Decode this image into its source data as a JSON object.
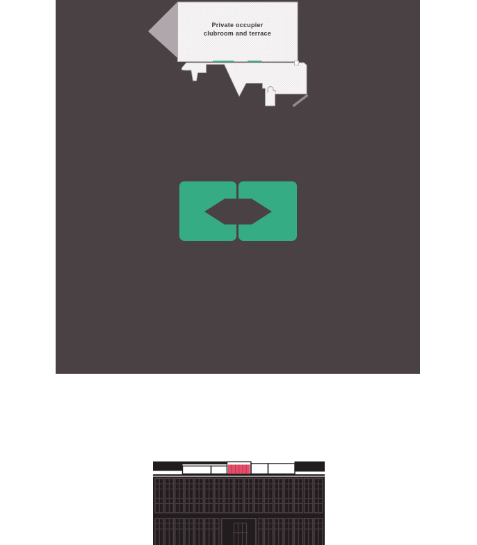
{
  "theme": {
    "page_bg": "#ffffff",
    "panel_bg": "#4a4145",
    "plan_hatch_bg": "#fdfcfd",
    "plan_hatch_line": "#e7e1e4",
    "plan_outline": "#b3abaf",
    "triangle_fill": "#a9a1a5",
    "triangle_hatch": "#b9b1b5",
    "accent_green": "#36ac85",
    "label_text": "#3e363a",
    "facade_black": "#211c1e",
    "facade_line": "#4b3d42",
    "highlight_pink": "#e34f6b",
    "highlight_divider": "#bf3c55",
    "shadow_gray": "#938a8e"
  },
  "plan": {
    "label_line1": "Private occupier",
    "label_line2": "clubroom and terrace"
  },
  "elevation": {
    "highlight_segments": 6
  }
}
